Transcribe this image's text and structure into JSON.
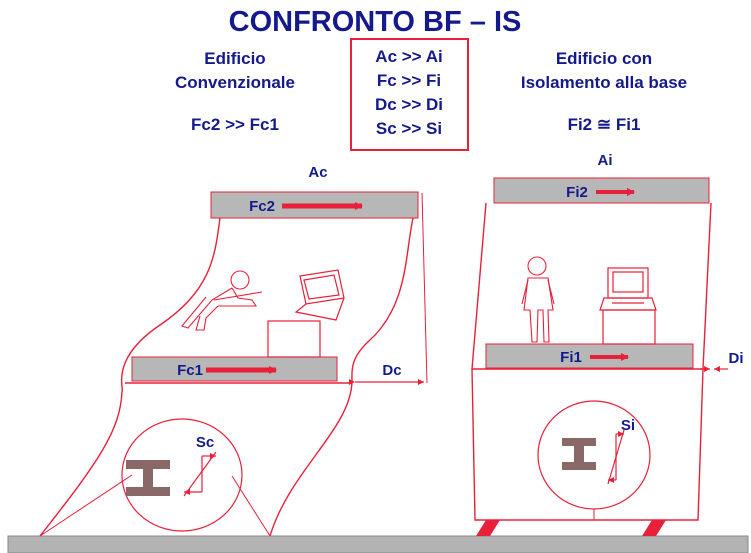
{
  "title": "CONFRONTO BF – IS",
  "left_header": {
    "line1": "Edificio",
    "line2": "Convenzionale",
    "relation": "Fc2 >> Fc1"
  },
  "center_box": {
    "lines": [
      "Ac >> Ai",
      "Fc >> Fi",
      "Dc >> Di",
      "Sc >> Si"
    ]
  },
  "right_header": {
    "line1": "Edificio con",
    "line2": "Isolamento alla base",
    "relation": "Fi2 ≅ Fi1"
  },
  "conventional": {
    "accel_label": "Ac",
    "top_floor_label": "Fc2",
    "bottom_floor_label": "Fc1",
    "drift_label": "Dc",
    "strain_label": "Sc"
  },
  "isolated": {
    "accel_label": "Ai",
    "top_floor_label": "Fi2",
    "bottom_floor_label": "Fi1",
    "drift_label": "Di",
    "strain_label": "Si"
  },
  "colors": {
    "text": "#141a8c",
    "line": "#e8203a",
    "slab": "#b7b7b7",
    "beam": "#8a6868",
    "ground": "#b3b3b3"
  }
}
